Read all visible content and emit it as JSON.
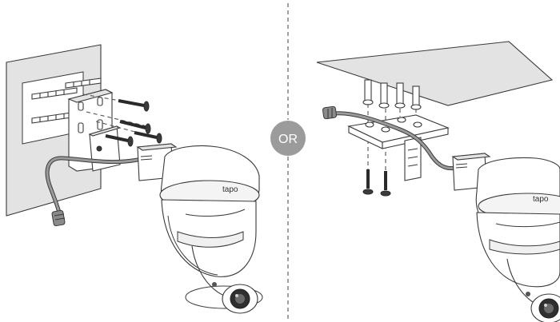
{
  "divider": {
    "label": "OR",
    "badge_color": "#9b9b9b"
  },
  "wall_mount": {
    "brand_logo": "tapo"
  },
  "ceiling_mount": {
    "brand_logo": "tapo"
  }
}
